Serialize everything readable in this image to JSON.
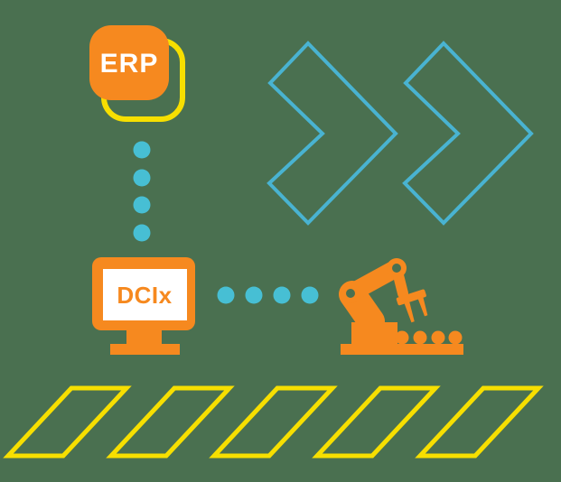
{
  "colors": {
    "background": "#4A7050",
    "orange": "#F6891F",
    "teal": "#47BFD4",
    "chevron-teal": "#49B3D1",
    "yellow": "#F7DF00",
    "white": "#FFFFFF"
  },
  "erp_box": {
    "label": "ERP",
    "text_color": "#FFFFFF",
    "fill_color": "#F6891F",
    "outline_color": "#F7DF00"
  },
  "dcix_monitor": {
    "label": "DCIx",
    "text_color": "#F6891F",
    "frame_color": "#F6891F",
    "screen_color": "#FFFFFF"
  },
  "connectors": {
    "erp_to_dcix_dot_count": 4,
    "dcix_to_robot_dot_count": 4,
    "dot_color": "#47BFD4"
  },
  "decorations": {
    "chevron_count": 2,
    "chevron_color": "#49B3D1",
    "floor_stripe_count": 5,
    "floor_stripe_color": "#F7DF00",
    "robot_conveyor_ball_count": 4,
    "robot_color": "#F6891F"
  }
}
